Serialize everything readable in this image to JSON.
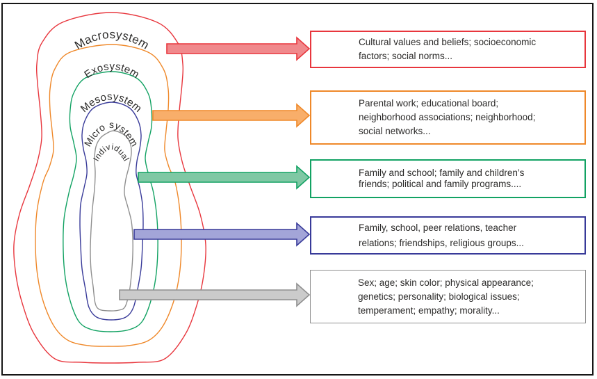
{
  "text_color": "#2b2a29",
  "systems": [
    {
      "name": "macrosystem",
      "label": "Macrosystem",
      "color": "#e8363d",
      "arrow_fill": "#f0898c",
      "box_lines": [
        "Cultural values and beliefs; socioeconomic",
        "factors; social norms..."
      ]
    },
    {
      "name": "exosystem",
      "label": "Exosystem",
      "color": "#ef8829",
      "arrow_fill": "#f8ae6a",
      "box_lines": [
        "Parental work; educational board;",
        "neighborhood associations; neighborhood;",
        "social networks..."
      ]
    },
    {
      "name": "mesosystem",
      "label": "Mesosystem",
      "color": "#12a263",
      "arrow_fill": "#7fc8a4",
      "box_lines": [
        "Family and school; family and children’s",
        "friends; political and family programs...."
      ]
    },
    {
      "name": "microsystem",
      "label": "Micro system",
      "color": "#383a99",
      "arrow_fill": "#a3a5d8",
      "box_lines": [
        "Family, school, peer relations, teacher",
        "relations; friendships, religious groups..."
      ]
    },
    {
      "name": "individual",
      "label": "Individual",
      "color": "#8f8f8f",
      "arrow_fill": "#cbcbcb",
      "box_lines": [
        "Sex; age; skin color; physical appearance;",
        "genetics; personality; biological issues;",
        "temperament; empathy; morality..."
      ]
    }
  ]
}
